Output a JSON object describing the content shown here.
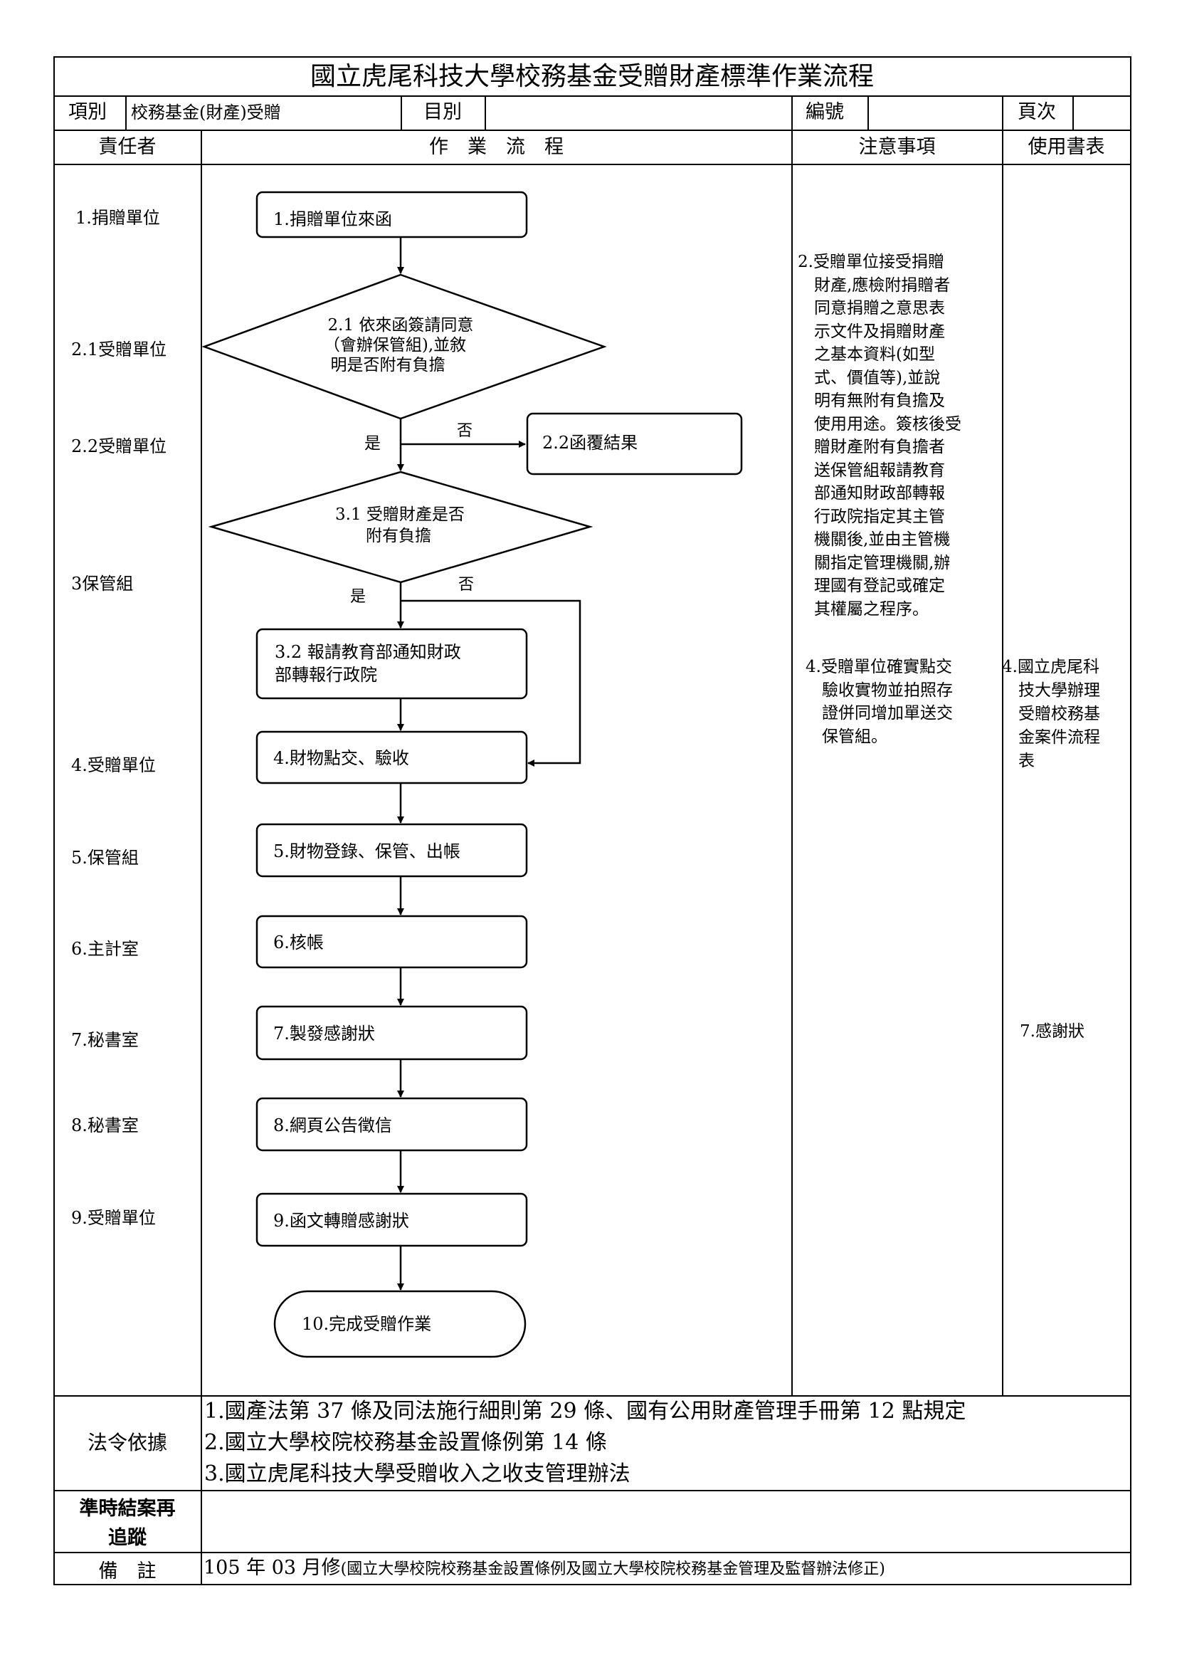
{
  "header": {
    "title": "國立虎尾科技大學校務基金受贈財產標準作業流程",
    "item_label": "項別",
    "item_value": "校務基金(財產)受贈",
    "category_label": "目別",
    "category_value": "",
    "number_label": "編號",
    "number_value": "",
    "page_label": "頁次",
    "page_value": ""
  },
  "columns": {
    "responsible": "責任者",
    "process": "作　業　流　程",
    "notes": "注意事項",
    "forms": "使用書表"
  },
  "responsible": [
    "1.捐贈單位",
    "2.1受贈單位",
    "2.2受贈單位",
    "3保管組",
    "4.受贈單位",
    "5.保管組",
    "6.主計室",
    "7.秘書室",
    "8.秘書室",
    "9.受贈單位"
  ],
  "flow": {
    "step1": "1.捐贈單位來函",
    "step2_1": [
      "2.1 依來函簽請同意",
      "（會辦保管組),並敘",
      "明是否附有負擔"
    ],
    "step2_2": "2.2函覆結果",
    "step3_1": [
      "3.1 受贈財產是否",
      "附有負擔"
    ],
    "step3_2": [
      "3.2 報請教育部通知財政",
      "部轉報行政院"
    ],
    "step4": "4.財物點交、驗收",
    "step5": "5.財物登錄、保管、出帳",
    "step6": "6.核帳",
    "step7": "7.製發感謝狀",
    "step8": "8.網頁公告徵信",
    "step9": "9.函文轉贈感謝狀",
    "step10": "10.完成受贈作業",
    "yes": "是",
    "no": "否"
  },
  "notes": {
    "note2": [
      "2.受贈單位接受捐贈",
      "　財產,應檢附捐贈者",
      "　同意捐贈之意思表",
      "　示文件及捐贈財產",
      "　之基本資料(如型",
      "　式、價值等),並說",
      "　明有無附有負擔及",
      "　使用用途。簽核後受",
      "　贈財產附有負擔者",
      "　送保管組報請教育",
      "　部通知財政部轉報",
      "　行政院指定其主管",
      "　機關後,並由主管機",
      "　關指定管理機關,辦",
      "　理國有登記或確定",
      "　其權屬之程序。"
    ],
    "note4": [
      "4.受贈單位確實點交",
      "　驗收實物並拍照存",
      "　證併同增加單送交",
      "　保管組。"
    ]
  },
  "forms": {
    "form4": [
      "4.國立虎尾科",
      "　技大學辦理",
      "　受贈校務基",
      "　金案件流程",
      "　表"
    ],
    "form7": "7.感謝狀"
  },
  "footer": {
    "law_label": "法令依據",
    "laws": [
      "1.國產法第 37 條及同法施行細則第 29 條、國有公用財產管理手冊第 12 點規定",
      "2.國立大學校院校務基金設置條例第 14 條",
      "3.國立虎尾科技大學受贈收入之收支管理辦法"
    ],
    "tracking_label_1": "準時結案再",
    "tracking_label_2": "追蹤",
    "tracking_value": "",
    "remark_label": "備　註",
    "remark_prefix": "105 年 03 月修",
    "remark_detail": "(國立大學校院校務基金設置條例及國立大學校院校務基金管理及監督辦法修正)"
  }
}
